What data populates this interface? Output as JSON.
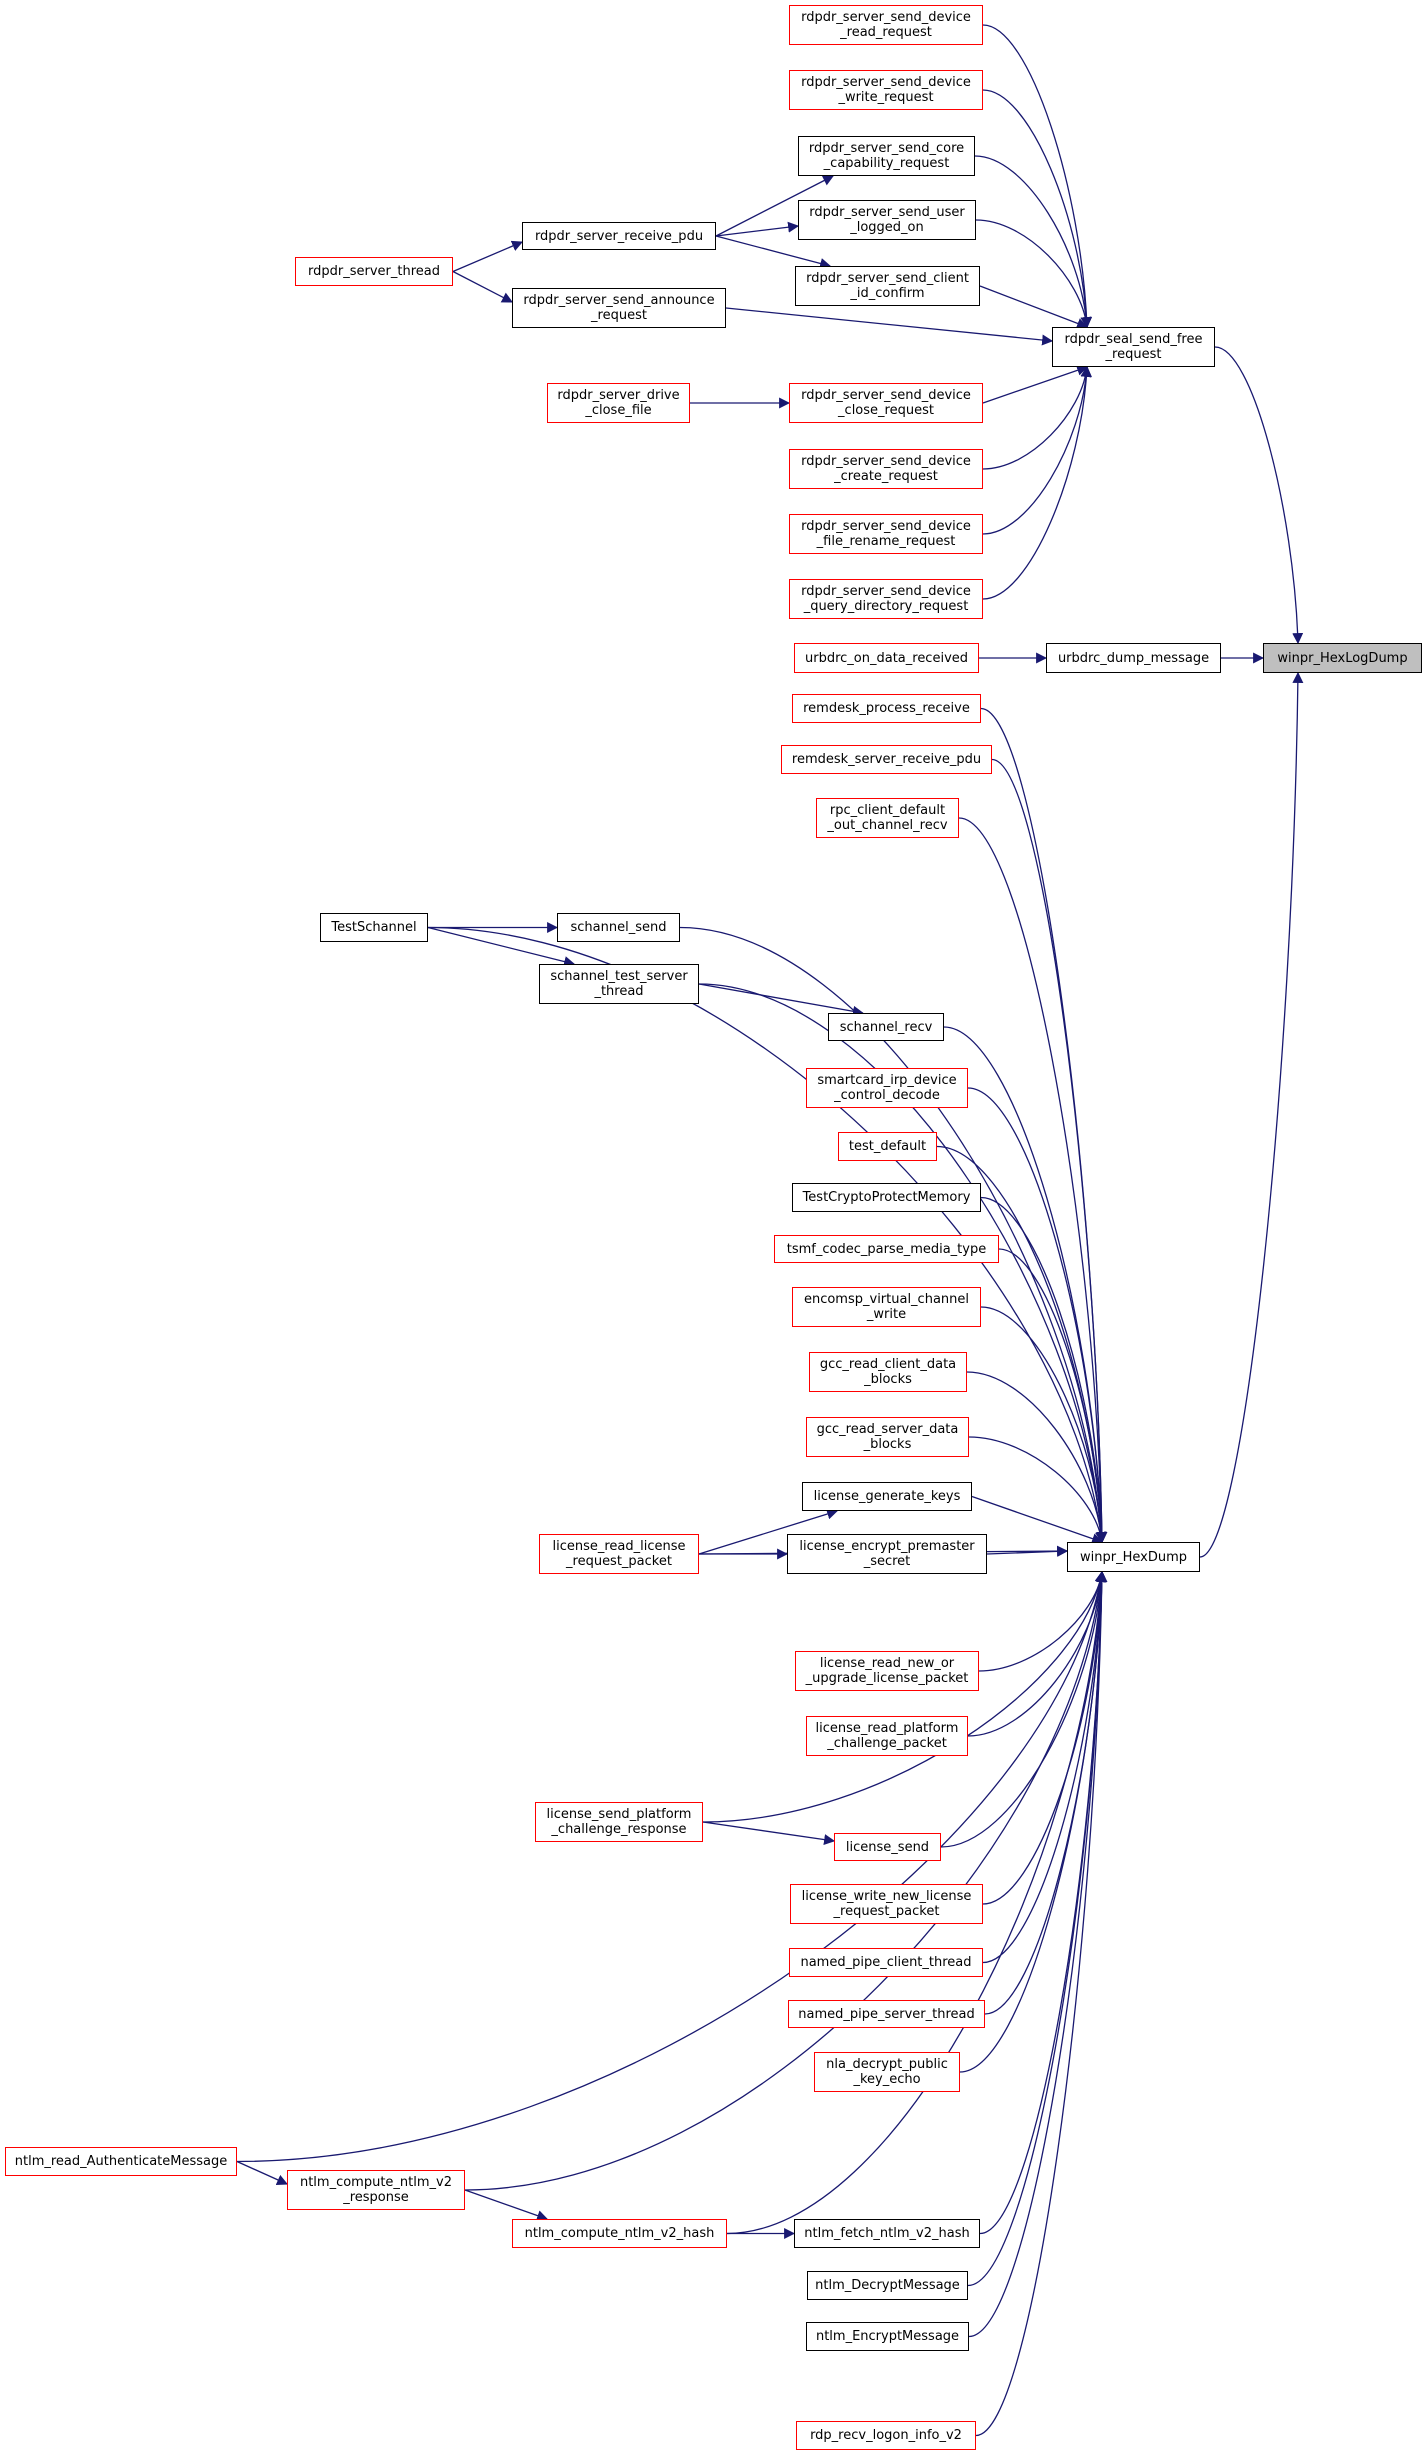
{
  "colors": {
    "edge": "#191970",
    "border_default": "#000000",
    "border_truncated": "#ff0000",
    "target_fill": "#bfbfbf",
    "node_fill": "#ffffff"
  },
  "nodes": {
    "winpr_HexLogDump": {
      "label": "winpr_HexLogDump",
      "border": "black",
      "target": true
    },
    "rdpdr_seal_send_free_request": {
      "label": "rdpdr_seal_send_free\n_request",
      "border": "black"
    },
    "urbdrc_dump_message": {
      "label": "urbdrc_dump_message",
      "border": "black"
    },
    "winpr_HexDump": {
      "label": "winpr_HexDump",
      "border": "black"
    },
    "rdpdr_server_send_device_read_request": {
      "label": "rdpdr_server_send_device\n_read_request",
      "border": "red"
    },
    "rdpdr_server_send_device_write_request": {
      "label": "rdpdr_server_send_device\n_write_request",
      "border": "red"
    },
    "rdpdr_server_send_core_capability_request": {
      "label": "rdpdr_server_send_core\n_capability_request",
      "border": "black"
    },
    "rdpdr_server_send_user_logged_on": {
      "label": "rdpdr_server_send_user\n_logged_on",
      "border": "black"
    },
    "rdpdr_server_send_client_id_confirm": {
      "label": "rdpdr_server_send_client\n_id_confirm",
      "border": "black"
    },
    "rdpdr_server_receive_pdu": {
      "label": "rdpdr_server_receive_pdu",
      "border": "black"
    },
    "rdpdr_server_thread": {
      "label": "rdpdr_server_thread",
      "border": "red"
    },
    "rdpdr_server_send_announce_request": {
      "label": "rdpdr_server_send_announce\n_request",
      "border": "black"
    },
    "rdpdr_server_drive_close_file": {
      "label": "rdpdr_server_drive\n_close_file",
      "border": "red"
    },
    "rdpdr_server_send_device_close_request": {
      "label": "rdpdr_server_send_device\n_close_request",
      "border": "red"
    },
    "rdpdr_server_send_device_create_request": {
      "label": "rdpdr_server_send_device\n_create_request",
      "border": "red"
    },
    "rdpdr_server_send_device_file_rename_request": {
      "label": "rdpdr_server_send_device\n_file_rename_request",
      "border": "red"
    },
    "rdpdr_server_send_device_query_directory_request": {
      "label": "rdpdr_server_send_device\n_query_directory_request",
      "border": "red"
    },
    "urbdrc_on_data_received": {
      "label": "urbdrc_on_data_received",
      "border": "red"
    },
    "remdesk_process_receive": {
      "label": "remdesk_process_receive",
      "border": "red"
    },
    "remdesk_server_receive_pdu": {
      "label": "remdesk_server_receive_pdu",
      "border": "red"
    },
    "rpc_client_default_out_channel_recv": {
      "label": "rpc_client_default\n_out_channel_recv",
      "border": "red"
    },
    "TestSchannel": {
      "label": "TestSchannel",
      "border": "black"
    },
    "schannel_send": {
      "label": "schannel_send",
      "border": "black"
    },
    "schannel_test_server_thread": {
      "label": "schannel_test_server\n_thread",
      "border": "black"
    },
    "schannel_recv": {
      "label": "schannel_recv",
      "border": "black"
    },
    "smartcard_irp_device_control_decode": {
      "label": "smartcard_irp_device\n_control_decode",
      "border": "red"
    },
    "test_default": {
      "label": "test_default",
      "border": "red"
    },
    "TestCryptoProtectMemory": {
      "label": "TestCryptoProtectMemory",
      "border": "black"
    },
    "tsmf_codec_parse_media_type": {
      "label": "tsmf_codec_parse_media_type",
      "border": "red"
    },
    "encomsp_virtual_channel_write": {
      "label": "encomsp_virtual_channel\n_write",
      "border": "red"
    },
    "gcc_read_client_data_blocks": {
      "label": "gcc_read_client_data\n_blocks",
      "border": "red"
    },
    "gcc_read_server_data_blocks": {
      "label": "gcc_read_server_data\n_blocks",
      "border": "red"
    },
    "license_generate_keys": {
      "label": "license_generate_keys",
      "border": "black"
    },
    "license_encrypt_premaster_secret": {
      "label": "license_encrypt_premaster\n_secret",
      "border": "black"
    },
    "license_read_license_request_packet": {
      "label": "license_read_license\n_request_packet",
      "border": "red"
    },
    "license_read_new_or_upgrade_license_packet": {
      "label": "license_read_new_or\n_upgrade_license_packet",
      "border": "red"
    },
    "license_read_platform_challenge_packet": {
      "label": "license_read_platform\n_challenge_packet",
      "border": "red"
    },
    "license_send_platform_challenge_response": {
      "label": "license_send_platform\n_challenge_response",
      "border": "red"
    },
    "license_send": {
      "label": "license_send",
      "border": "red"
    },
    "license_write_new_license_request_packet": {
      "label": "license_write_new_license\n_request_packet",
      "border": "red"
    },
    "named_pipe_client_thread": {
      "label": "named_pipe_client_thread",
      "border": "red"
    },
    "named_pipe_server_thread": {
      "label": "named_pipe_server_thread",
      "border": "red"
    },
    "nla_decrypt_public_key_echo": {
      "label": "nla_decrypt_public\n_key_echo",
      "border": "red"
    },
    "ntlm_read_AuthenticateMessage": {
      "label": "ntlm_read_AuthenticateMessage",
      "border": "red"
    },
    "ntlm_compute_ntlm_v2_response": {
      "label": "ntlm_compute_ntlm_v2\n_response",
      "border": "red"
    },
    "ntlm_compute_ntlm_v2_hash": {
      "label": "ntlm_compute_ntlm_v2_hash",
      "border": "red"
    },
    "ntlm_fetch_ntlm_v2_hash": {
      "label": "ntlm_fetch_ntlm_v2_hash",
      "border": "black"
    },
    "ntlm_DecryptMessage": {
      "label": "ntlm_DecryptMessage",
      "border": "black"
    },
    "ntlm_EncryptMessage": {
      "label": "ntlm_EncryptMessage",
      "border": "black"
    },
    "rdp_recv_logon_info_v2": {
      "label": "rdp_recv_logon_info_v2",
      "border": "red"
    }
  },
  "edges": [
    [
      "rdpdr_seal_send_free_request",
      "winpr_HexLogDump"
    ],
    [
      "urbdrc_dump_message",
      "winpr_HexLogDump"
    ],
    [
      "winpr_HexDump",
      "winpr_HexLogDump"
    ],
    [
      "rdpdr_server_send_device_read_request",
      "rdpdr_seal_send_free_request"
    ],
    [
      "rdpdr_server_send_device_write_request",
      "rdpdr_seal_send_free_request"
    ],
    [
      "rdpdr_server_send_core_capability_request",
      "rdpdr_seal_send_free_request"
    ],
    [
      "rdpdr_server_send_user_logged_on",
      "rdpdr_seal_send_free_request"
    ],
    [
      "rdpdr_server_send_client_id_confirm",
      "rdpdr_seal_send_free_request"
    ],
    [
      "rdpdr_server_send_announce_request",
      "rdpdr_seal_send_free_request"
    ],
    [
      "rdpdr_server_send_device_close_request",
      "rdpdr_seal_send_free_request"
    ],
    [
      "rdpdr_server_send_device_create_request",
      "rdpdr_seal_send_free_request"
    ],
    [
      "rdpdr_server_send_device_file_rename_request",
      "rdpdr_seal_send_free_request"
    ],
    [
      "rdpdr_server_send_device_query_directory_request",
      "rdpdr_seal_send_free_request"
    ],
    [
      "rdpdr_server_receive_pdu",
      "rdpdr_server_send_core_capability_request"
    ],
    [
      "rdpdr_server_receive_pdu",
      "rdpdr_server_send_user_logged_on"
    ],
    [
      "rdpdr_server_receive_pdu",
      "rdpdr_server_send_client_id_confirm"
    ],
    [
      "rdpdr_server_thread",
      "rdpdr_server_receive_pdu"
    ],
    [
      "rdpdr_server_thread",
      "rdpdr_server_send_announce_request"
    ],
    [
      "rdpdr_server_drive_close_file",
      "rdpdr_server_send_device_close_request"
    ],
    [
      "urbdrc_on_data_received",
      "urbdrc_dump_message"
    ],
    [
      "remdesk_process_receive",
      "winpr_HexDump"
    ],
    [
      "remdesk_server_receive_pdu",
      "winpr_HexDump"
    ],
    [
      "rpc_client_default_out_channel_recv",
      "winpr_HexDump"
    ],
    [
      "TestSchannel",
      "winpr_HexDump"
    ],
    [
      "TestSchannel",
      "schannel_send"
    ],
    [
      "TestSchannel",
      "schannel_test_server_thread"
    ],
    [
      "schannel_send",
      "winpr_HexDump"
    ],
    [
      "schannel_test_server_thread",
      "winpr_HexDump"
    ],
    [
      "schannel_test_server_thread",
      "schannel_recv"
    ],
    [
      "schannel_recv",
      "winpr_HexDump"
    ],
    [
      "smartcard_irp_device_control_decode",
      "winpr_HexDump"
    ],
    [
      "test_default",
      "winpr_HexDump"
    ],
    [
      "TestCryptoProtectMemory",
      "winpr_HexDump"
    ],
    [
      "tsmf_codec_parse_media_type",
      "winpr_HexDump"
    ],
    [
      "encomsp_virtual_channel_write",
      "winpr_HexDump"
    ],
    [
      "gcc_read_client_data_blocks",
      "winpr_HexDump"
    ],
    [
      "gcc_read_server_data_blocks",
      "winpr_HexDump"
    ],
    [
      "license_generate_keys",
      "winpr_HexDump"
    ],
    [
      "license_encrypt_premaster_secret",
      "winpr_HexDump"
    ],
    [
      "license_read_license_request_packet",
      "license_generate_keys"
    ],
    [
      "license_read_license_request_packet",
      "license_encrypt_premaster_secret"
    ],
    [
      "license_read_license_request_packet",
      "winpr_HexDump"
    ],
    [
      "license_read_new_or_upgrade_license_packet",
      "winpr_HexDump"
    ],
    [
      "license_read_platform_challenge_packet",
      "winpr_HexDump"
    ],
    [
      "license_send_platform_challenge_response",
      "winpr_HexDump"
    ],
    [
      "license_send_platform_challenge_response",
      "license_send"
    ],
    [
      "license_send",
      "winpr_HexDump"
    ],
    [
      "license_write_new_license_request_packet",
      "winpr_HexDump"
    ],
    [
      "named_pipe_client_thread",
      "winpr_HexDump"
    ],
    [
      "named_pipe_server_thread",
      "winpr_HexDump"
    ],
    [
      "nla_decrypt_public_key_echo",
      "winpr_HexDump"
    ],
    [
      "ntlm_read_AuthenticateMessage",
      "winpr_HexDump"
    ],
    [
      "ntlm_read_AuthenticateMessage",
      "ntlm_compute_ntlm_v2_response"
    ],
    [
      "ntlm_compute_ntlm_v2_response",
      "winpr_HexDump"
    ],
    [
      "ntlm_compute_ntlm_v2_response",
      "ntlm_compute_ntlm_v2_hash"
    ],
    [
      "ntlm_compute_ntlm_v2_hash",
      "winpr_HexDump"
    ],
    [
      "ntlm_compute_ntlm_v2_hash",
      "ntlm_fetch_ntlm_v2_hash"
    ],
    [
      "ntlm_fetch_ntlm_v2_hash",
      "winpr_HexDump"
    ],
    [
      "ntlm_DecryptMessage",
      "winpr_HexDump"
    ],
    [
      "ntlm_EncryptMessage",
      "winpr_HexDump"
    ],
    [
      "rdp_recv_logon_info_v2",
      "winpr_HexDump"
    ]
  ]
}
